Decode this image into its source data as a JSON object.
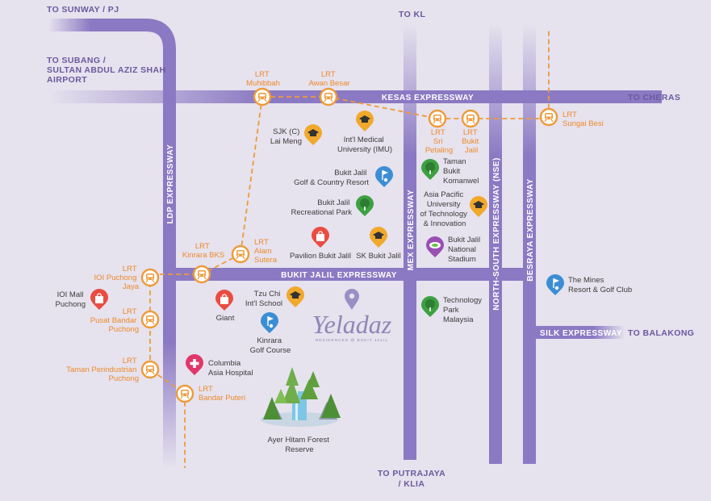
{
  "colors": {
    "background": "#e6e2ee",
    "road": "#8b79c3",
    "lrt_line": "#ee9a38",
    "lrt_label": "#ee8a2a",
    "direction_label": "#6a5a9e",
    "poi_text": "#3d3d3d",
    "logo": "#8f86b6"
  },
  "directions": {
    "sunway": "TO SUNWAY / PJ",
    "kl": "TO KL",
    "subang_1": "TO SUBANG /",
    "subang_2": "SULTAN ABDUL AZIZ SHAH",
    "subang_3": "AIRPORT",
    "cheras": "TO CHERAS",
    "balakong": "TO BALAKONG",
    "putrajaya_1": "TO PUTRAJAYA",
    "putrajaya_2": "/ KLIA"
  },
  "roads": {
    "kesas": "KESAS EXPRESSWAY",
    "bukit_jalil": "BUKIT JALIL EXPRESSWAY",
    "ldp": "LDP EXPRESSWAY",
    "mex": "MEX EXPRESSWAY",
    "nse": "NORTH-SOUTH EXPRESSWAY (NSE)",
    "besraya": "BESRAYA EXPRESSWAY",
    "silk": "SILK EXPRESSWAY"
  },
  "lrt_stations": [
    {
      "id": "muhibbah",
      "lines": [
        "LRT",
        "Muhibbah"
      ]
    },
    {
      "id": "awan-besar",
      "lines": [
        "LRT",
        "Awan Besar"
      ]
    },
    {
      "id": "sri-petaling",
      "lines": [
        "LRT",
        "Sri",
        "Petaling"
      ]
    },
    {
      "id": "bukit-jalil",
      "lines": [
        "LRT",
        "Bukit",
        "Jalil"
      ]
    },
    {
      "id": "sungai-besi",
      "lines": [
        "LRT",
        "Sungai Besi"
      ]
    },
    {
      "id": "kinrara-bks",
      "lines": [
        "LRT",
        "Kinrara BKS"
      ]
    },
    {
      "id": "alam-sutera",
      "lines": [
        "LRT",
        "Alam",
        "Sutera"
      ]
    },
    {
      "id": "ioi-puchong-jaya",
      "lines": [
        "LRT",
        "IOI Puchong",
        "Jaya"
      ]
    },
    {
      "id": "pusat-bandar-puchong",
      "lines": [
        "LRT",
        "Pusat Bandar",
        "Puchong"
      ]
    },
    {
      "id": "taman-perindustrian-puchong",
      "lines": [
        "LRT",
        "Taman Perindustrian",
        "Puchong"
      ]
    },
    {
      "id": "bandar-puteri",
      "lines": [
        "LRT",
        "Bandar Puteri"
      ]
    }
  ],
  "places": [
    {
      "id": "sjk-lai-meng",
      "icon": "school",
      "lines": [
        "SJK (C)",
        "Lai Meng"
      ]
    },
    {
      "id": "imu",
      "icon": "school",
      "lines": [
        "Int'l Medical",
        "University (IMU)"
      ]
    },
    {
      "id": "bukit-jalil-golf",
      "icon": "golf",
      "lines": [
        "Bukit Jalil",
        "Golf & Country Resort"
      ]
    },
    {
      "id": "bukit-jalil-park",
      "icon": "park",
      "lines": [
        "Bukit Jalil",
        "Recreational Park"
      ]
    },
    {
      "id": "pavilion-bukit-jalil",
      "icon": "mall",
      "lines": [
        "Pavilion Bukit Jalil"
      ]
    },
    {
      "id": "sk-bukit-jalil",
      "icon": "school",
      "lines": [
        "SK Bukit Jalil"
      ]
    },
    {
      "id": "taman-bukit-komanwel",
      "icon": "park",
      "lines": [
        "Taman",
        "Bukit",
        "Komanwel"
      ]
    },
    {
      "id": "apu",
      "icon": "school",
      "lines": [
        "Asia Pacific",
        "University",
        "of Technology",
        "& Innovation"
      ]
    },
    {
      "id": "national-stadium",
      "icon": "stadium",
      "lines": [
        "Bukit Jalil",
        "National",
        "Stadium"
      ]
    },
    {
      "id": "the-mines",
      "icon": "golf",
      "lines": [
        "The Mines",
        "Resort & Golf Club"
      ]
    },
    {
      "id": "ioi-mall",
      "icon": "mall",
      "lines": [
        "IOI Mall",
        "Puchong"
      ]
    },
    {
      "id": "tzu-chi",
      "icon": "school",
      "lines": [
        "Tzu Chi",
        "Int'l School"
      ]
    },
    {
      "id": "giant",
      "icon": "mall",
      "lines": [
        "Giant"
      ]
    },
    {
      "id": "kinrara-golf",
      "icon": "golf",
      "lines": [
        "Kinrara",
        "Golf Course"
      ]
    },
    {
      "id": "technology-park",
      "icon": "park",
      "lines": [
        "Technology",
        "Park",
        "Malaysia"
      ]
    },
    {
      "id": "columbia-hospital",
      "icon": "hospital",
      "lines": [
        "Columbia",
        "Asia Hospital"
      ]
    },
    {
      "id": "ayer-hitam",
      "icon": "forest",
      "lines": [
        "Ayer Hitam Forest",
        "Reserve"
      ]
    }
  ],
  "project": {
    "name": "Yeladaz",
    "tagline": "RESIDENCES @ BUKIT JALIL"
  }
}
